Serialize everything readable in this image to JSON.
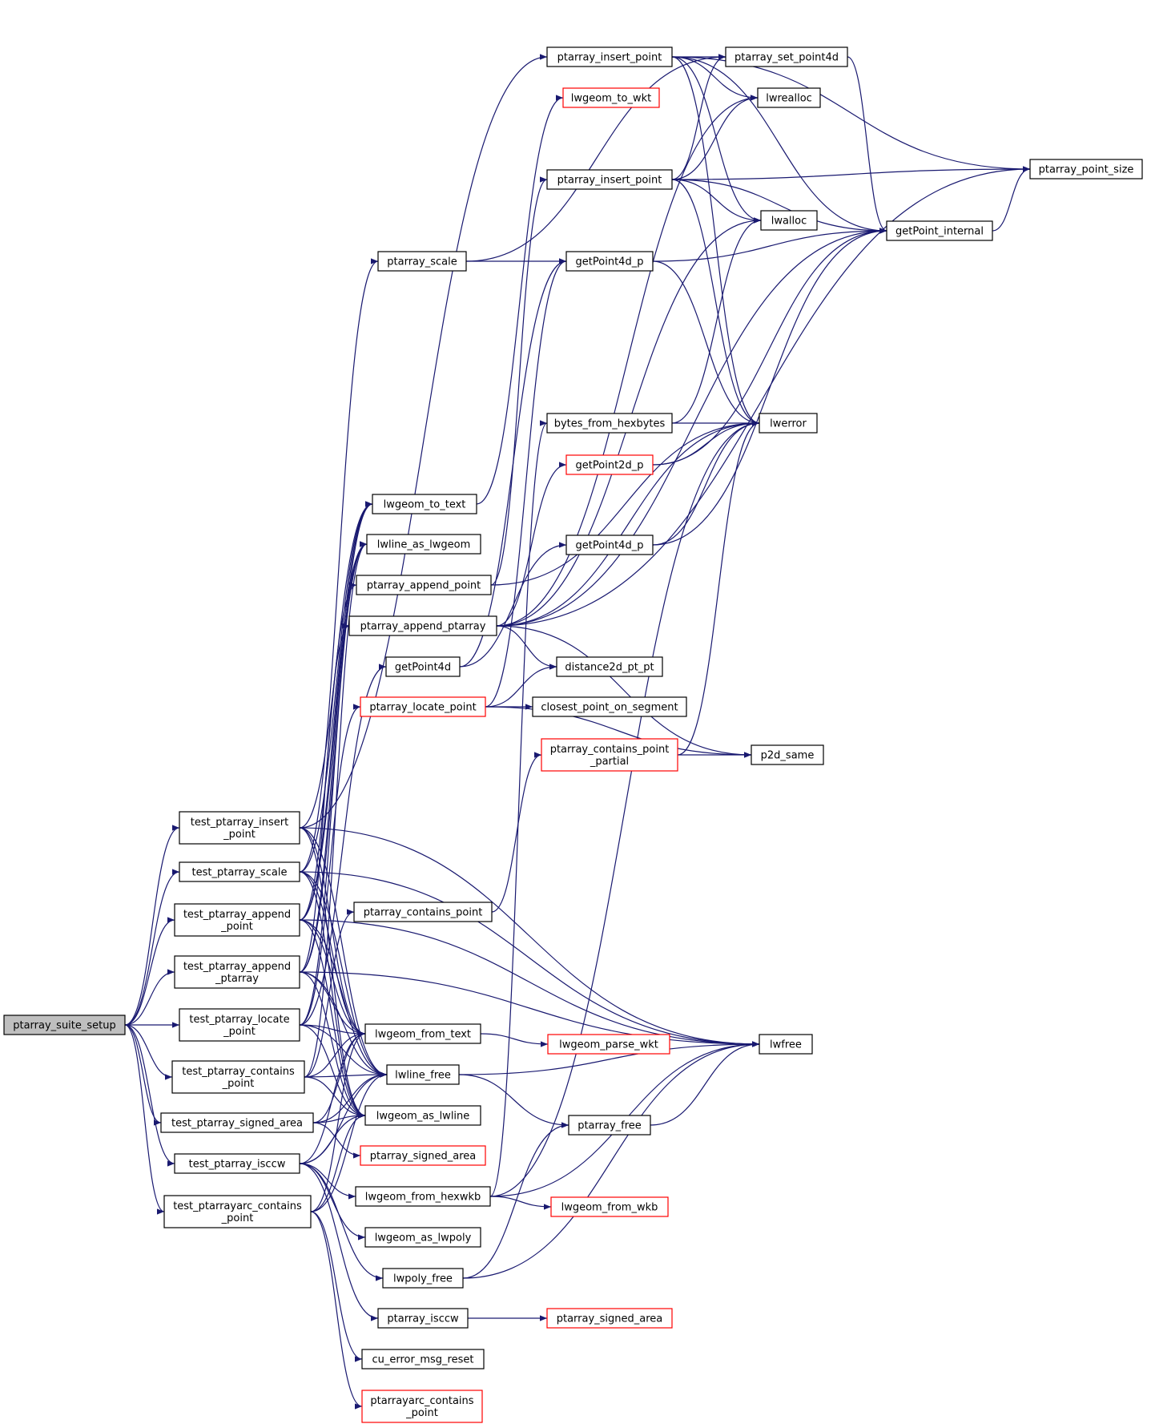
{
  "nodes": [
    {
      "id": "root",
      "lines": [
        "ptarray_suite_setup"
      ],
      "style": "root"
    },
    {
      "id": "t_insert",
      "lines": [
        "test_ptarray_insert",
        "_point"
      ],
      "style": "normal"
    },
    {
      "id": "t_scale",
      "lines": [
        "test_ptarray_scale"
      ],
      "style": "normal"
    },
    {
      "id": "t_append_point",
      "lines": [
        "test_ptarray_append",
        "_point"
      ],
      "style": "normal"
    },
    {
      "id": "t_append_ptarray",
      "lines": [
        "test_ptarray_append",
        "_ptarray"
      ],
      "style": "normal"
    },
    {
      "id": "t_locate",
      "lines": [
        "test_ptarray_locate",
        "_point"
      ],
      "style": "normal"
    },
    {
      "id": "t_contains",
      "lines": [
        "test_ptarray_contains",
        "_point"
      ],
      "style": "normal"
    },
    {
      "id": "t_signed",
      "lines": [
        "test_ptarray_signed_area"
      ],
      "style": "normal"
    },
    {
      "id": "t_isccw",
      "lines": [
        "test_ptarray_isccw"
      ],
      "style": "normal"
    },
    {
      "id": "t_arc",
      "lines": [
        "test_ptarrayarc_contains",
        "_point"
      ],
      "style": "normal"
    },
    {
      "id": "ptarray_scale",
      "lines": [
        "ptarray_scale"
      ],
      "style": "normal"
    },
    {
      "id": "lwgeom_to_text",
      "lines": [
        "lwgeom_to_text"
      ],
      "style": "normal"
    },
    {
      "id": "lwline_as_lwgeom",
      "lines": [
        "lwline_as_lwgeom"
      ],
      "style": "normal"
    },
    {
      "id": "ptarray_append_point",
      "lines": [
        "ptarray_append_point"
      ],
      "style": "normal"
    },
    {
      "id": "ptarray_append_ptarray",
      "lines": [
        "ptarray_append_ptarray"
      ],
      "style": "normal"
    },
    {
      "id": "getPoint4d",
      "lines": [
        "getPoint4d"
      ],
      "style": "normal"
    },
    {
      "id": "ptarray_locate_point",
      "lines": [
        "ptarray_locate_point"
      ],
      "style": "trunc"
    },
    {
      "id": "ptarray_contains_point",
      "lines": [
        "ptarray_contains_point"
      ],
      "style": "normal"
    },
    {
      "id": "lwgeom_from_text",
      "lines": [
        "lwgeom_from_text"
      ],
      "style": "normal"
    },
    {
      "id": "lwline_free",
      "lines": [
        "lwline_free"
      ],
      "style": "normal"
    },
    {
      "id": "lwgeom_as_lwline",
      "lines": [
        "lwgeom_as_lwline"
      ],
      "style": "normal"
    },
    {
      "id": "ptarray_signed_area_mid",
      "lines": [
        "ptarray_signed_area"
      ],
      "style": "trunc"
    },
    {
      "id": "lwgeom_from_hexwkb",
      "lines": [
        "lwgeom_from_hexwkb"
      ],
      "style": "normal"
    },
    {
      "id": "lwgeom_as_lwpoly",
      "lines": [
        "lwgeom_as_lwpoly"
      ],
      "style": "normal"
    },
    {
      "id": "lwpoly_free",
      "lines": [
        "lwpoly_free"
      ],
      "style": "normal"
    },
    {
      "id": "ptarray_isccw",
      "lines": [
        "ptarray_isccw"
      ],
      "style": "normal"
    },
    {
      "id": "cu_error_msg_reset",
      "lines": [
        "cu_error_msg_reset"
      ],
      "style": "normal"
    },
    {
      "id": "ptarrayarc_contains_point",
      "lines": [
        "ptarrayarc_contains",
        "_point"
      ],
      "style": "trunc"
    },
    {
      "id": "ptarray_insert_point_a",
      "lines": [
        "ptarray_insert_point"
      ],
      "style": "normal"
    },
    {
      "id": "lwgeom_to_wkt",
      "lines": [
        "lwgeom_to_wkt"
      ],
      "style": "trunc"
    },
    {
      "id": "ptarray_insert_point_b",
      "lines": [
        "ptarray_insert_point"
      ],
      "style": "normal"
    },
    {
      "id": "getPoint4d_p_a",
      "lines": [
        "getPoint4d_p"
      ],
      "style": "normal"
    },
    {
      "id": "bytes_from_hexbytes",
      "lines": [
        "bytes_from_hexbytes"
      ],
      "style": "normal"
    },
    {
      "id": "getPoint2d_p",
      "lines": [
        "getPoint2d_p"
      ],
      "style": "trunc"
    },
    {
      "id": "getPoint4d_p_b",
      "lines": [
        "getPoint4d_p"
      ],
      "style": "normal"
    },
    {
      "id": "distance2d_pt_pt",
      "lines": [
        "distance2d_pt_pt"
      ],
      "style": "normal"
    },
    {
      "id": "closest_point_on_segment",
      "lines": [
        "closest_point_on_segment"
      ],
      "style": "normal"
    },
    {
      "id": "ptarray_contains_point_partial",
      "lines": [
        "ptarray_contains_point",
        "_partial"
      ],
      "style": "trunc"
    },
    {
      "id": "lwgeom_parse_wkt",
      "lines": [
        "lwgeom_parse_wkt"
      ],
      "style": "trunc"
    },
    {
      "id": "ptarray_free",
      "lines": [
        "ptarray_free"
      ],
      "style": "normal"
    },
    {
      "id": "lwgeom_from_wkb",
      "lines": [
        "lwgeom_from_wkb"
      ],
      "style": "trunc"
    },
    {
      "id": "ptarray_signed_area_right",
      "lines": [
        "ptarray_signed_area"
      ],
      "style": "trunc"
    },
    {
      "id": "ptarray_set_point4d",
      "lines": [
        "ptarray_set_point4d"
      ],
      "style": "normal"
    },
    {
      "id": "lwrealloc",
      "lines": [
        "lwrealloc"
      ],
      "style": "normal"
    },
    {
      "id": "lwalloc",
      "lines": [
        "lwalloc"
      ],
      "style": "normal"
    },
    {
      "id": "lwerror",
      "lines": [
        "lwerror"
      ],
      "style": "normal"
    },
    {
      "id": "p2d_same",
      "lines": [
        "p2d_same"
      ],
      "style": "normal"
    },
    {
      "id": "lwfree",
      "lines": [
        "lwfree"
      ],
      "style": "normal"
    },
    {
      "id": "getPoint_internal",
      "lines": [
        "getPoint_internal"
      ],
      "style": "normal"
    },
    {
      "id": "ptarray_point_size",
      "lines": [
        "ptarray_point_size"
      ],
      "style": "normal"
    }
  ],
  "edges": [
    [
      "root",
      "t_insert"
    ],
    [
      "root",
      "t_scale"
    ],
    [
      "root",
      "t_append_point"
    ],
    [
      "root",
      "t_append_ptarray"
    ],
    [
      "root",
      "t_locate"
    ],
    [
      "root",
      "t_contains"
    ],
    [
      "root",
      "t_signed"
    ],
    [
      "root",
      "t_isccw"
    ],
    [
      "root",
      "t_arc"
    ],
    [
      "t_insert",
      "ptarray_insert_point_a"
    ],
    [
      "t_insert",
      "lwgeom_to_text"
    ],
    [
      "t_insert",
      "lwgeom_from_text"
    ],
    [
      "t_insert",
      "lwline_free"
    ],
    [
      "t_insert",
      "lwgeom_as_lwline"
    ],
    [
      "t_insert",
      "lwfree"
    ],
    [
      "t_scale",
      "ptarray_scale"
    ],
    [
      "t_scale",
      "lwgeom_to_text"
    ],
    [
      "t_scale",
      "lwgeom_from_text"
    ],
    [
      "t_scale",
      "lwline_free"
    ],
    [
      "t_scale",
      "lwgeom_as_lwline"
    ],
    [
      "t_scale",
      "lwfree"
    ],
    [
      "t_append_point",
      "ptarray_append_point"
    ],
    [
      "t_append_point",
      "lwgeom_to_text"
    ],
    [
      "t_append_point",
      "lwline_as_lwgeom"
    ],
    [
      "t_append_point",
      "lwgeom_from_text"
    ],
    [
      "t_append_point",
      "lwline_free"
    ],
    [
      "t_append_point",
      "lwgeom_as_lwline"
    ],
    [
      "t_append_point",
      "lwfree"
    ],
    [
      "t_append_ptarray",
      "ptarray_append_ptarray"
    ],
    [
      "t_append_ptarray",
      "lwgeom_to_text"
    ],
    [
      "t_append_ptarray",
      "lwline_as_lwgeom"
    ],
    [
      "t_append_ptarray",
      "lwgeom_from_text"
    ],
    [
      "t_append_ptarray",
      "lwline_free"
    ],
    [
      "t_append_ptarray",
      "lwgeom_as_lwline"
    ],
    [
      "t_append_ptarray",
      "lwfree"
    ],
    [
      "t_locate",
      "getPoint4d"
    ],
    [
      "t_locate",
      "ptarray_locate_point"
    ],
    [
      "t_locate",
      "lwgeom_from_text"
    ],
    [
      "t_locate",
      "lwline_free"
    ],
    [
      "t_locate",
      "lwgeom_as_lwline"
    ],
    [
      "t_locate",
      "lwline_as_lwgeom"
    ],
    [
      "t_contains",
      "ptarray_contains_point"
    ],
    [
      "t_contains",
      "lwgeom_from_text"
    ],
    [
      "t_contains",
      "lwline_free"
    ],
    [
      "t_contains",
      "lwgeom_as_lwline"
    ],
    [
      "t_contains",
      "lwline_as_lwgeom"
    ],
    [
      "t_signed",
      "lwgeom_from_text"
    ],
    [
      "t_signed",
      "lwline_free"
    ],
    [
      "t_signed",
      "lwgeom_as_lwline"
    ],
    [
      "t_signed",
      "ptarray_signed_area_mid"
    ],
    [
      "t_isccw",
      "lwgeom_from_text"
    ],
    [
      "t_isccw",
      "lwline_free"
    ],
    [
      "t_isccw",
      "lwgeom_as_lwline"
    ],
    [
      "t_isccw",
      "lwgeom_from_hexwkb"
    ],
    [
      "t_isccw",
      "lwgeom_as_lwpoly"
    ],
    [
      "t_isccw",
      "lwpoly_free"
    ],
    [
      "t_isccw",
      "ptarray_isccw"
    ],
    [
      "t_arc",
      "lwgeom_from_text"
    ],
    [
      "t_arc",
      "lwline_free"
    ],
    [
      "t_arc",
      "lwgeom_as_lwline"
    ],
    [
      "t_arc",
      "cu_error_msg_reset"
    ],
    [
      "t_arc",
      "ptarrayarc_contains_point"
    ],
    [
      "ptarray_scale",
      "ptarray_set_point4d"
    ],
    [
      "ptarray_scale",
      "getPoint4d_p_a"
    ],
    [
      "lwgeom_to_text",
      "lwgeom_to_wkt"
    ],
    [
      "ptarray_append_point",
      "ptarray_insert_point_b"
    ],
    [
      "ptarray_append_point",
      "lwerror"
    ],
    [
      "ptarray_append_ptarray",
      "lwrealloc"
    ],
    [
      "ptarray_append_ptarray",
      "getPoint_internal"
    ],
    [
      "ptarray_append_ptarray",
      "getPoint2d_p"
    ],
    [
      "ptarray_append_ptarray",
      "ptarray_point_size"
    ],
    [
      "ptarray_append_ptarray",
      "distance2d_pt_pt"
    ],
    [
      "ptarray_append_ptarray",
      "p2d_same"
    ],
    [
      "ptarray_append_ptarray",
      "lwerror"
    ],
    [
      "ptarray_append_ptarray",
      "lwalloc"
    ],
    [
      "getPoint4d",
      "getPoint4d_p_a"
    ],
    [
      "getPoint4d",
      "getPoint4d_p_b"
    ],
    [
      "ptarray_locate_point",
      "distance2d_pt_pt"
    ],
    [
      "ptarray_locate_point",
      "closest_point_on_segment"
    ],
    [
      "ptarray_locate_point",
      "p2d_same"
    ],
    [
      "ptarray_locate_point",
      "getPoint4d_p_a"
    ],
    [
      "ptarray_contains_point",
      "ptarray_contains_point_partial"
    ],
    [
      "ptarray_contains_point_partial",
      "p2d_same"
    ],
    [
      "ptarray_contains_point_partial",
      "lwerror"
    ],
    [
      "lwgeom_from_text",
      "lwgeom_parse_wkt"
    ],
    [
      "lwline_free",
      "lwfree"
    ],
    [
      "lwline_free",
      "ptarray_free"
    ],
    [
      "lwgeom_from_hexwkb",
      "bytes_from_hexbytes"
    ],
    [
      "lwgeom_from_hexwkb",
      "lwgeom_from_wkb"
    ],
    [
      "lwgeom_from_hexwkb",
      "lwfree"
    ],
    [
      "lwgeom_from_hexwkb",
      "lwerror"
    ],
    [
      "lwpoly_free",
      "ptarray_free"
    ],
    [
      "lwpoly_free",
      "lwfree"
    ],
    [
      "ptarray_isccw",
      "ptarray_signed_area_right"
    ],
    [
      "ptarray_free",
      "lwfree"
    ],
    [
      "ptarray_insert_point_a",
      "ptarray_set_point4d"
    ],
    [
      "ptarray_insert_point_a",
      "lwrealloc"
    ],
    [
      "ptarray_insert_point_a",
      "lwalloc"
    ],
    [
      "ptarray_insert_point_a",
      "lwerror"
    ],
    [
      "ptarray_insert_point_a",
      "getPoint_internal"
    ],
    [
      "ptarray_insert_point_a",
      "ptarray_point_size"
    ],
    [
      "ptarray_insert_point_b",
      "ptarray_set_point4d"
    ],
    [
      "ptarray_insert_point_b",
      "lwrealloc"
    ],
    [
      "ptarray_insert_point_b",
      "lwalloc"
    ],
    [
      "ptarray_insert_point_b",
      "lwerror"
    ],
    [
      "ptarray_insert_point_b",
      "getPoint_internal"
    ],
    [
      "ptarray_insert_point_b",
      "ptarray_point_size"
    ],
    [
      "getPoint4d_p_a",
      "getPoint_internal"
    ],
    [
      "getPoint4d_p_a",
      "lwerror"
    ],
    [
      "bytes_from_hexbytes",
      "lwalloc"
    ],
    [
      "bytes_from_hexbytes",
      "lwerror"
    ],
    [
      "getPoint2d_p",
      "lwerror"
    ],
    [
      "getPoint2d_p",
      "getPoint_internal"
    ],
    [
      "getPoint4d_p_b",
      "lwerror"
    ],
    [
      "getPoint4d_p_b",
      "getPoint_internal"
    ],
    [
      "ptarray_set_point4d",
      "getPoint_internal"
    ],
    [
      "getPoint_internal",
      "ptarray_point_size"
    ]
  ]
}
